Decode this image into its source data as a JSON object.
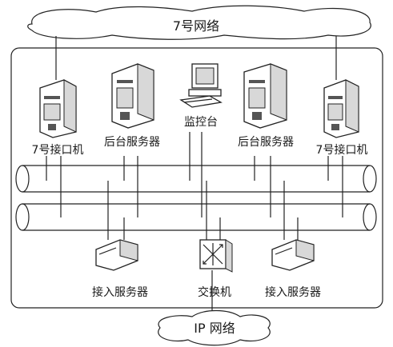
{
  "diagram": {
    "top_network": "7号网络",
    "bottom_network": "IP 网络",
    "nodes": {
      "interface_left": "7号接口机",
      "backend_left": "后台服务器",
      "monitor": "监控台",
      "backend_right": "后台服务器",
      "interface_right": "7号接口机",
      "access_left": "接入服务器",
      "switch": "交换机",
      "access_right": "接入服务器"
    }
  }
}
